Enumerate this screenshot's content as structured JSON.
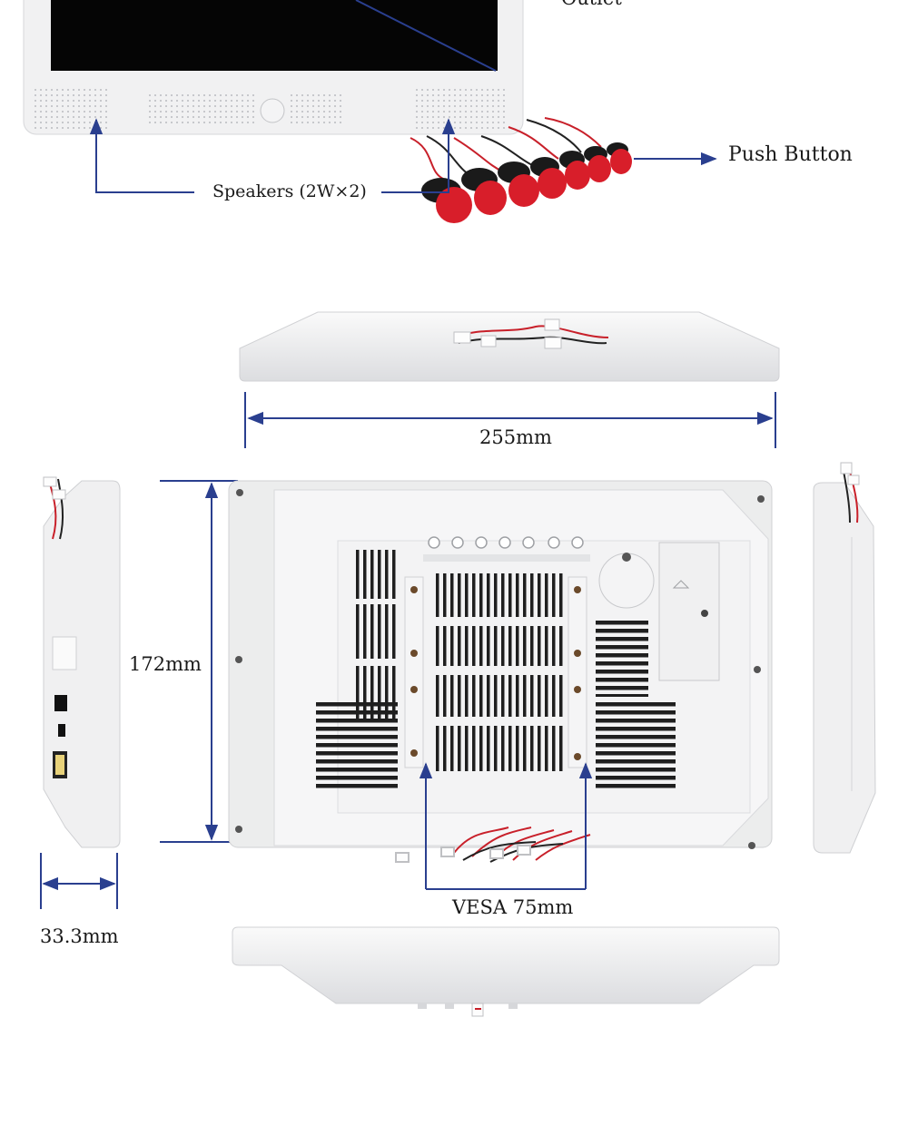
{
  "colors": {
    "background": "#ffffff",
    "device_white": "#f1f1f2",
    "device_shadow": "#d3d4d6",
    "screen": "#050505",
    "annotation_blue": "#2a3f8f",
    "button_red": "#d81e2a",
    "button_black": "#1a1a1a",
    "wire_red": "#c8202a",
    "label_text": "#1a1a1a"
  },
  "annotations": {
    "top_partial_label": "Outlet",
    "push_button": "Push Button",
    "speakers": "Speakers (2W×2)",
    "width": "255mm",
    "height": "172mm",
    "thickness": "33.3mm",
    "vesa": "VESA 75mm"
  },
  "icons": {
    "push_buttons": "red-push-button-icon",
    "speaker_grille": "speaker-grille-icon",
    "vent": "vent-slots-icon"
  }
}
